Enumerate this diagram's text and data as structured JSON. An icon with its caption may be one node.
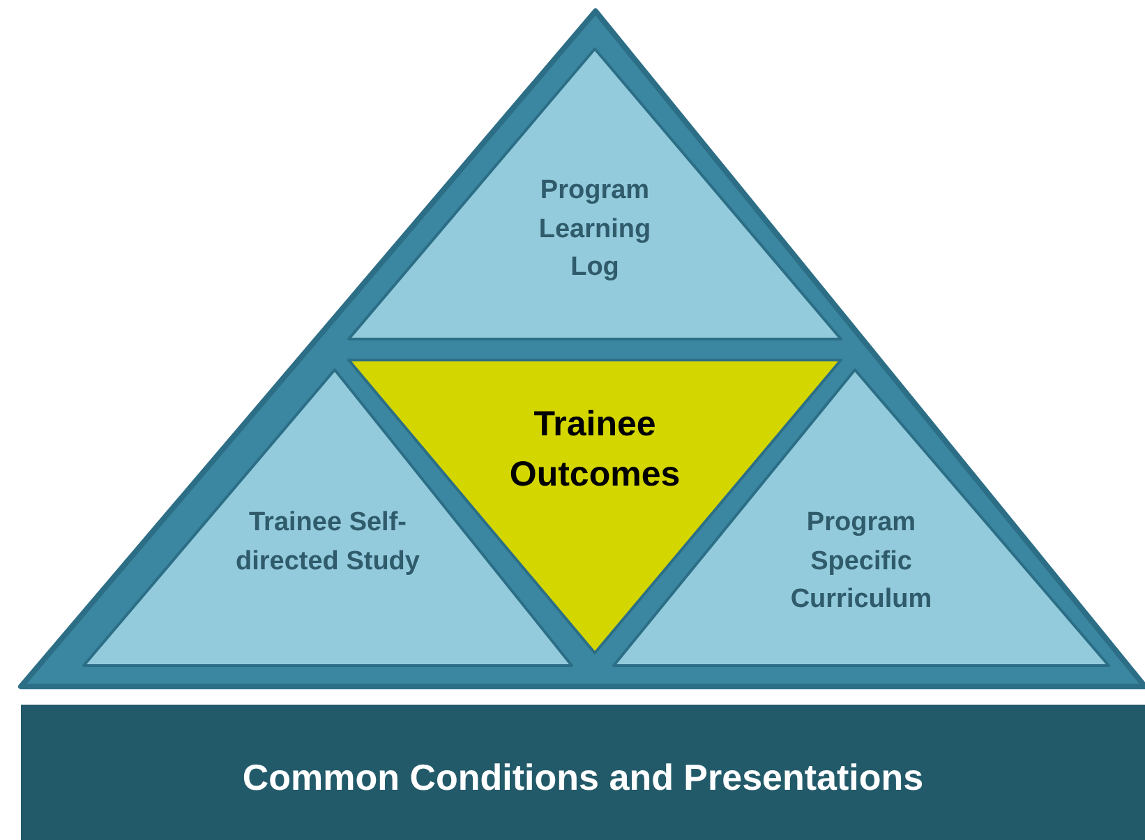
{
  "diagram": {
    "nodes": [
      {
        "text": [],
        "shape": "triangle"
      },
      {
        "text": [
          "Program Learning Log"
        ],
        "in": 0
      },
      {
        "text": [
          "Trainee Outcomes"
        ],
        "in": 0
      },
      {
        "text": [
          "Trainee Self-directed Study"
        ],
        "in": 0
      },
      {
        "text": [
          "Program Specific Curriculum"
        ],
        "in": 0
      },
      {
        "text": [
          "Common Conditions and Presentations"
        ]
      }
    ]
  }
}
